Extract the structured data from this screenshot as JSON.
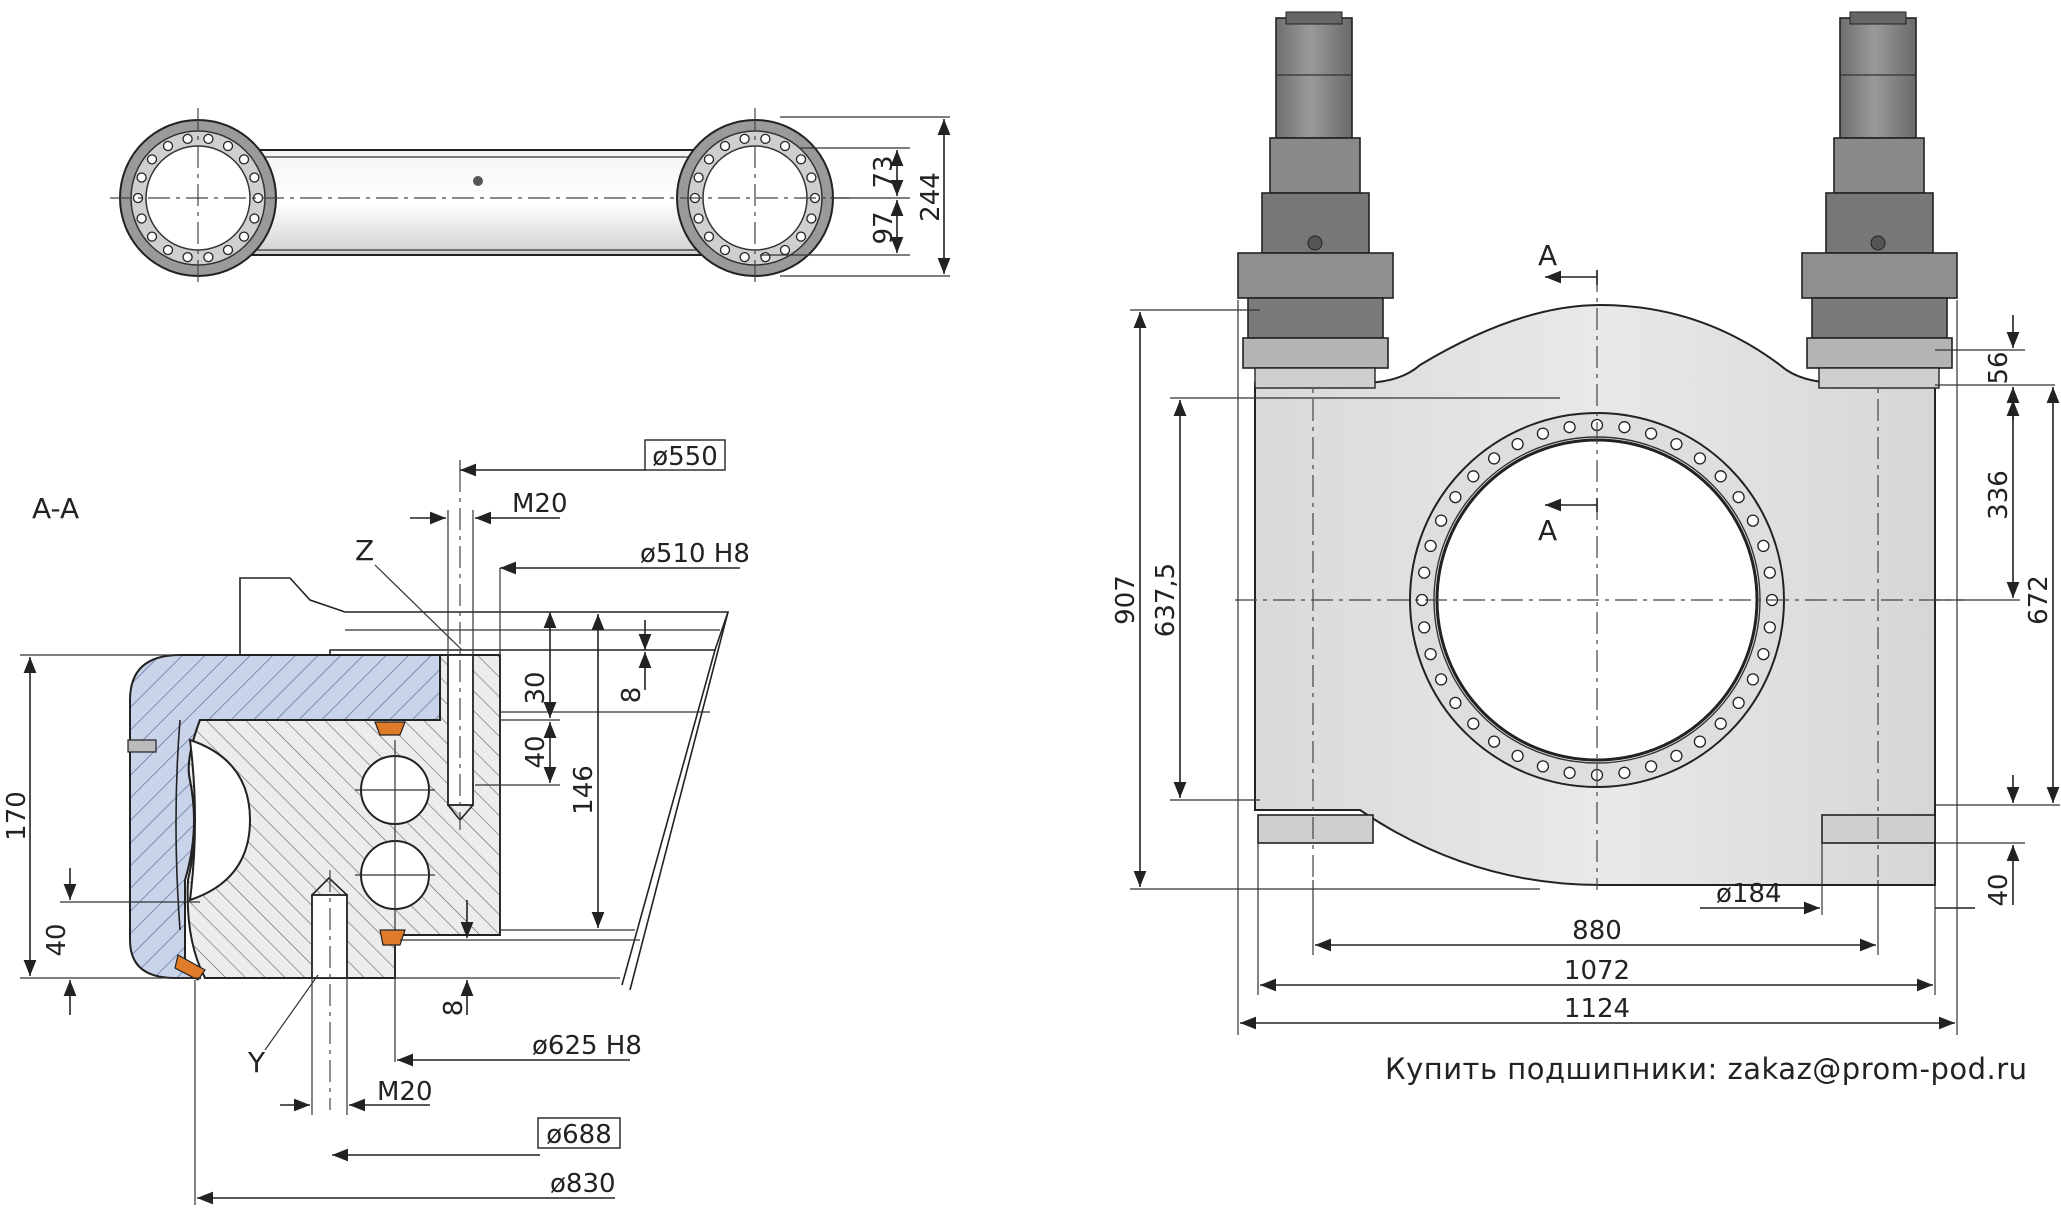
{
  "section": {
    "title": "A-A",
    "z_label": "Z",
    "y_label": "Y",
    "dims": {
      "d550": "ø550",
      "m20_top": "M20",
      "d510": "ø510 H8",
      "h30": "30",
      "h8_top": "8",
      "h40_mid": "40",
      "h146": "146",
      "h170": "170",
      "h40_low": "40",
      "h8_bot": "8",
      "d625": "ø625 H8",
      "m20_bot": "M20",
      "d688": "ø688",
      "d830": "ø830"
    }
  },
  "top_view": {
    "dims": {
      "h73": "73",
      "h97": "97",
      "h244": "244"
    }
  },
  "front_view": {
    "section_mark": "A",
    "dims": {
      "h907": "907",
      "h637": "637,5",
      "h56": "56",
      "h336": "336",
      "h672": "672",
      "d184": "ø184",
      "h40": "40",
      "w880": "880",
      "w1072": "1072",
      "w1124": "1124"
    }
  },
  "footer": {
    "text": "Купить подшипники: zakaz@prom-pod.ru"
  },
  "colors": {
    "steel_light": "#e6e6e6",
    "steel_mid": "#bfbfbf",
    "motor_dark": "#8c8c8c",
    "section_blue": "#c9d3ea",
    "accent_orange": "#e07b2a"
  }
}
